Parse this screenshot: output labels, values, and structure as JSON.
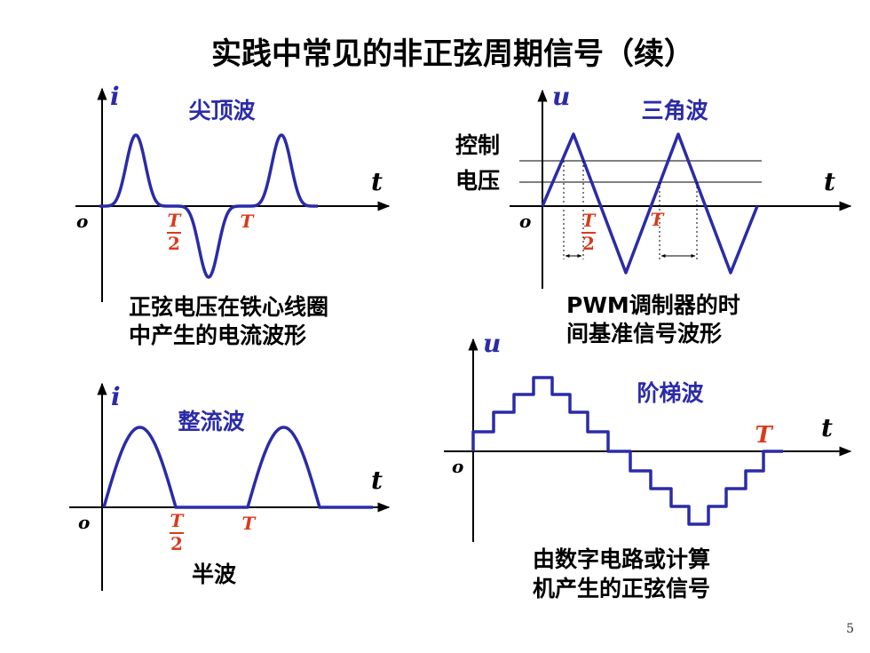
{
  "title": "实践中常见的非正弦周期信号（续）",
  "page_number": "5",
  "colors": {
    "wave": "#2b2ba8",
    "period_label": "#d93a1c",
    "axis": "#000000"
  },
  "panels": {
    "spike": {
      "name": "尖顶波",
      "y_axis": "i",
      "x_axis": "t",
      "origin": "o",
      "half_period_top": "T",
      "half_period_bottom": "2",
      "period": "T",
      "caption_line1": "正弦电压在铁心线圈",
      "caption_line2": "中产生的电流波形"
    },
    "triangle": {
      "name": "三角波",
      "y_axis": "u",
      "x_axis": "t",
      "origin": "o",
      "control_label_line1": "控制",
      "control_label_line2": "电压",
      "half_period_top": "T",
      "half_period_bottom": "2",
      "period": "T",
      "caption_line1": "PWM调制器的时",
      "caption_line2": "间基准信号波形"
    },
    "rectified": {
      "name": "整流波",
      "y_axis": "i",
      "x_axis": "t",
      "origin": "o",
      "half_period_top": "T",
      "half_period_bottom": "2",
      "period": "T",
      "caption": "半波"
    },
    "staircase": {
      "name": "阶梯波",
      "y_axis": "u",
      "x_axis": "t",
      "origin": "o",
      "period": "T",
      "caption_line1": "由数字电路或计算",
      "caption_line2": "机产生的正弦信号"
    }
  }
}
